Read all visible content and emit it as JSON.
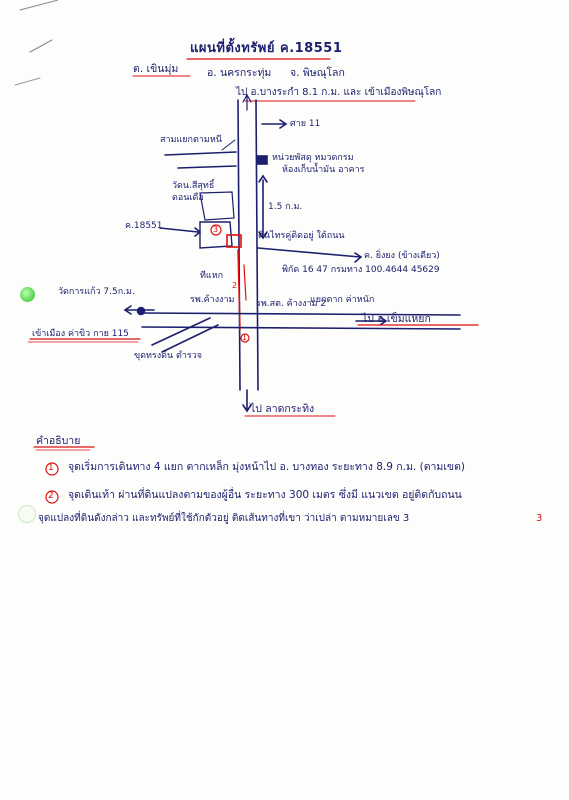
{
  "map": {
    "title": "แผนที่ตั้งทรัพย์ ค.18551",
    "location": {
      "tambon": "ต. เขินมุ่ม",
      "amphoe": "อ. นครกระทุ่ม",
      "province": "จ. พิษณุโลก"
    },
    "road_north": "ไป อ.บางระกำ 8.1 ก.ม. และ เข้าเมืองพิษณุโลก",
    "labels": {
      "km11": "ศาย 11",
      "junction_left": "สามแยกตามหนี",
      "org": "หน่วยพัสดุ หมวดกรม",
      "org_sub": "ห้องเก็บน้ำมัน อาคาร",
      "temple": "วัดน.สีสุทธิ์",
      "temple_sub": "ดอนเดือ",
      "dist_15": "1.5 ก.ม.",
      "parcel": "ค.18551",
      "mark_a": "ทีแหก",
      "coords_1": "ต้นไทรคู่ติดอยู่ ใต้ถนน",
      "parcel2": "ค. ยิ่งยง (ข้างเดียว)",
      "coords_2": "พิกัด 16 47 กรมทาง 100.4644 45629",
      "wat": "วัดการแก้ว 7.5ก.ม.",
      "village": "รพ.ค้างงาม",
      "school": "รพ.สต. ค้างงาม 2",
      "road_east": "แยกตาก ค่าหนัก",
      "to_east": "ไป อ.เข็มแหยก",
      "to_west": "เข้าเมือง ค่าขิว กาย 115",
      "police": "ขุดทรงดิน ตำรวจ",
      "to_south": "ไป ลาดกระทิง"
    },
    "markers": {
      "m1": "1",
      "m2": "2",
      "m3": "3"
    }
  },
  "notes": {
    "heading": "คำอธิบาย",
    "items": [
      {
        "num": "1",
        "text": "จุดเริ่มการเดินทาง 4 แยก ตากเหล็ก มุ่งหน้าไป อ. บางทอง ระยะทาง 8.9 ก.ม. (ตามเขต)"
      },
      {
        "num": "2",
        "text": "จุดเดินเท้า ผ่านที่ดินแปลงตามของผู้อื่น ระยะทาง 300 เมตร ซึ่งมี แนวเขต อยู่ติดกับถนน"
      },
      {
        "num": "3",
        "text": "จุดแปลงที่ดินดังกล่าว และทรัพย์ที่ใช้กักตัวอยู่ ติดเส้นทางที่เขา ว่าเปล่า ตามหมายเลข 3"
      }
    ]
  }
}
